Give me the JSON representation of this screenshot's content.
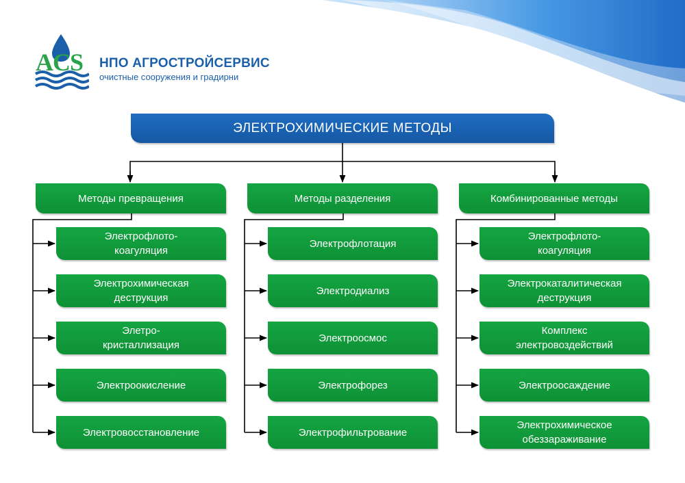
{
  "header": {
    "logo_letters": "ACS",
    "company_name": "НПО АГРОСТРОЙСЕРВИС",
    "tagline": "очистные сооружения и градирни"
  },
  "title": "ЭЛЕКТРОХИМИЧЕСКИЕ МЕТОДЫ",
  "columns": [
    {
      "label": "Методы превращения",
      "items": [
        "Электрофлото-\nкоагуляция",
        "Электрохимическая\nдеструкция",
        "Элетро-\nкристаллизация",
        "Электроокисление",
        "Электровосстановление"
      ]
    },
    {
      "label": "Методы разделения",
      "items": [
        "Электрофлотация",
        "Электродиализ",
        "Электроосмос",
        "Электрофорез",
        "Электрофильтрование"
      ]
    },
    {
      "label": "Комбинированные методы",
      "items": [
        "Электрофлото-\nкоагуляция",
        "Электрокаталитическая\nдеструкция",
        "Комплекс\nэлектровоздействий",
        "Электроосаждение",
        "Электрохимическое\nобеззараживание"
      ]
    }
  ],
  "colors": {
    "title_blue": "#1b63b5",
    "box_green": "#12a03f",
    "brand_blue": "#1b5faa",
    "logo_green": "#2aa24a"
  }
}
